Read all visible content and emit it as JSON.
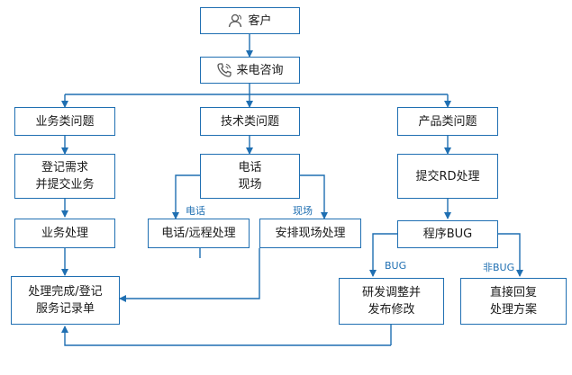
{
  "colors": {
    "line": "#1f6fb2",
    "border": "#1f6fb2",
    "text": "#1a1a1a",
    "label": "#1f6fb2"
  },
  "nodes": {
    "customer": {
      "label": "客户",
      "icon": "person-icon"
    },
    "call": {
      "label": "来电咨询",
      "icon": "phone-icon"
    },
    "business": {
      "label": "业务类问题"
    },
    "technical": {
      "label": "技术类问题"
    },
    "product": {
      "label": "产品类问题"
    },
    "register_demand": {
      "label": "登记需求\n并提交业务"
    },
    "phone_site": {
      "label": "电话\n现场"
    },
    "submit_rd": {
      "label": "提交RD处理"
    },
    "business_handle": {
      "label": "业务处理"
    },
    "remote_handle": {
      "label": "电话/远程处理"
    },
    "onsite_handle": {
      "label": "安排现场处理"
    },
    "program_bug": {
      "label": "程序BUG"
    },
    "done_record": {
      "label": "处理完成/登记\n服务记录单"
    },
    "rd_fix": {
      "label": "研发调整并\n发布修改"
    },
    "direct_reply": {
      "label": "直接回复\n处理方案"
    }
  },
  "edge_labels": {
    "phone": "电话",
    "site": "现场",
    "bug": "BUG",
    "non_bug": "非BUG"
  }
}
